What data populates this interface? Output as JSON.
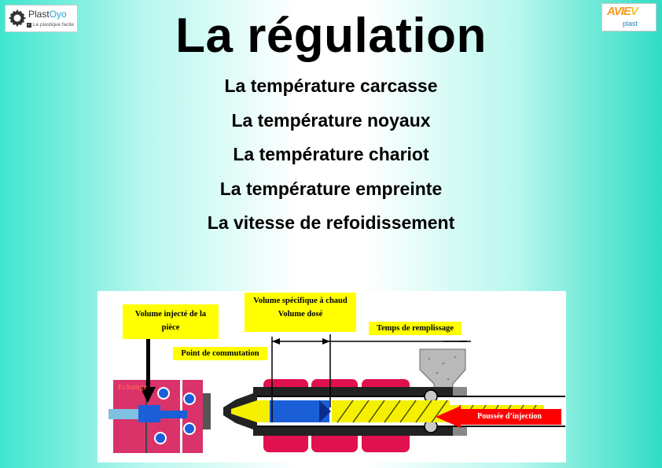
{
  "logos": {
    "left": {
      "name_a": "Plast",
      "name_b": "Oyo",
      "tagline": "Le plastique facile"
    },
    "right": {
      "mark_a": "AVIE",
      "mark_b": "V",
      "sub": "plast"
    }
  },
  "title": "La régulation",
  "lines": [
    "La température carcasse",
    "La température noyaux",
    "La température chariot",
    "La température empreinte",
    "La vitesse de refoidissement"
  ],
  "diagram": {
    "labels": {
      "volume_injecte_1": "Volume injecté de la",
      "volume_injecte_2": "pièce",
      "volume_specifique": "Volume spécifique à chaud",
      "volume_dose": "Volume dosé",
      "temps_remplissage": "Temps de remplissage",
      "point_commutation": "Point de commutation",
      "echange": "Echange",
      "poussee": "Poussée d’injection"
    },
    "colors": {
      "label_bg": "#ffff00",
      "heater": "#e0114e",
      "mold": "#d9336a",
      "nozzle_yellow": "#f4f000",
      "blue": "#1a5fd8",
      "arrow_red": "#ff0000"
    }
  }
}
